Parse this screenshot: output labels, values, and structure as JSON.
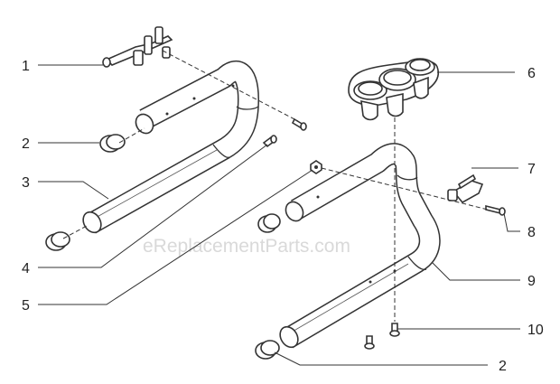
{
  "diagram": {
    "watermark": "eReplacementParts.com",
    "callouts": [
      {
        "id": "c1",
        "label": "1"
      },
      {
        "id": "c2a",
        "label": "2"
      },
      {
        "id": "c3",
        "label": "3"
      },
      {
        "id": "c4",
        "label": "4"
      },
      {
        "id": "c5",
        "label": "5"
      },
      {
        "id": "c6",
        "label": "6"
      },
      {
        "id": "c7",
        "label": "7"
      },
      {
        "id": "c8",
        "label": "8"
      },
      {
        "id": "c9",
        "label": "9"
      },
      {
        "id": "c10",
        "label": "10"
      },
      {
        "id": "c2b",
        "label": "2"
      }
    ],
    "colors": {
      "line": "#333333",
      "watermark": "#d9d9d9",
      "background": "#ffffff"
    }
  }
}
